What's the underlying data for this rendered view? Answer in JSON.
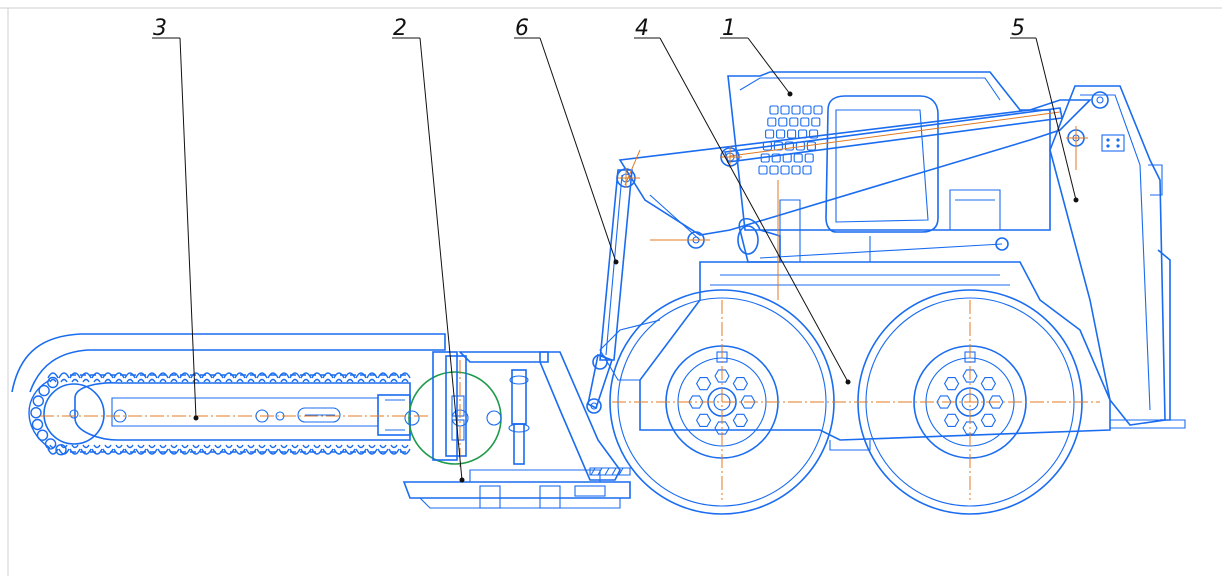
{
  "callouts": [
    {
      "id": "callout-1",
      "label": "1"
    },
    {
      "id": "callout-2",
      "label": "2"
    },
    {
      "id": "callout-3",
      "label": "3"
    },
    {
      "id": "callout-4",
      "label": "4"
    },
    {
      "id": "callout-5",
      "label": "5"
    },
    {
      "id": "callout-6",
      "label": "6"
    }
  ],
  "colors": {
    "outline": "#1a6cf0",
    "centerline": "#e07a20",
    "leader": "#111111",
    "gear_highlight": "#1e9a4a"
  },
  "icons": [
    "wheel",
    "chain-cutter",
    "drive-sprocket",
    "cab",
    "boom-arm",
    "hydraulic-cylinder"
  ]
}
